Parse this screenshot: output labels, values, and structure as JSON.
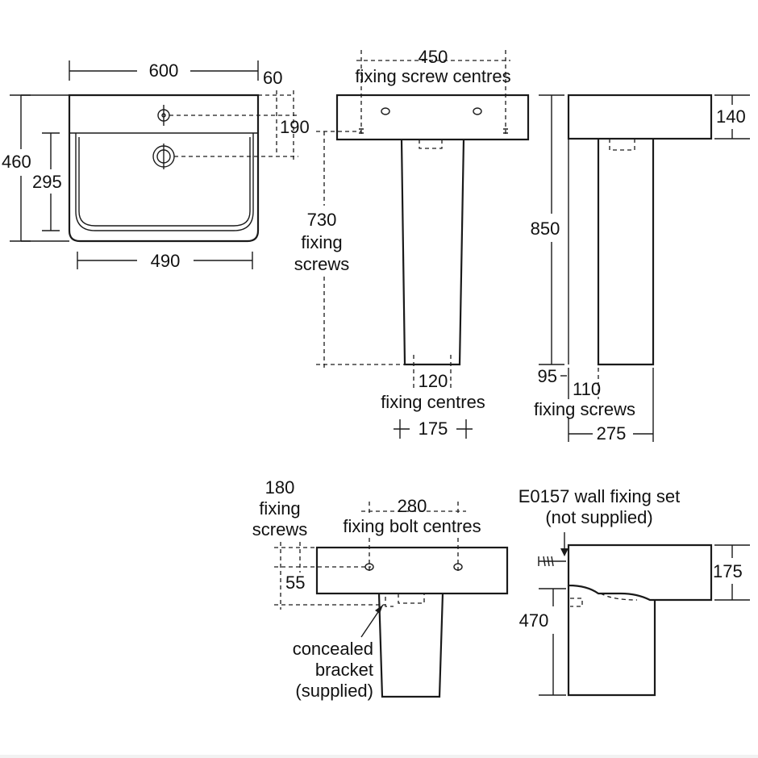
{
  "basin_plan": {
    "width_dim": "600",
    "tap_offset_dim": "60",
    "tap_depth_dim": "190",
    "depth_dim": "460",
    "bowl_depth_dim": "295",
    "bowl_width_dim": "490"
  },
  "pedestal_front": {
    "screw_centres_dim": "450",
    "screw_centres_label": "fixing screw centres",
    "screw_height_dim": "730",
    "screw_height_label_1": "fixing",
    "screw_height_label_2": "screws",
    "floor_centres_dim": "120",
    "floor_centres_label": "fixing centres",
    "base_width_dim": "175"
  },
  "pedestal_side": {
    "rim_height_dim": "140",
    "total_height_dim": "850",
    "wall_offset_dim": "95",
    "screw_offset_dim": "110",
    "screws_label": "fixing screws",
    "projection_dim": "275"
  },
  "semi_front": {
    "screws_dim": "180",
    "screws_label_1": "fixing",
    "screws_label_2": "screws",
    "bolt_centres_dim": "280",
    "bolt_centres_label": "fixing bolt centres",
    "screw_drop_dim": "55",
    "bracket_label_1": "concealed",
    "bracket_label_2": "bracket",
    "bracket_label_3": "(supplied)"
  },
  "semi_side": {
    "fixing_set_label_1": "E0157 wall fixing set",
    "fixing_set_label_2": "(not supplied)",
    "height_dim": "470",
    "rim_height_dim": "175"
  }
}
